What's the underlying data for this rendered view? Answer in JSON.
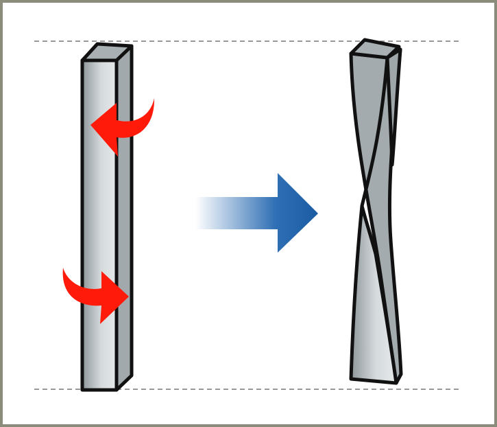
{
  "diagram": {
    "description_labels": [],
    "colors": {
      "bar_fill": "#a4abae",
      "bar_highlight": "#d8dde0",
      "outline": "#111111",
      "torque_arrow": "#ff1a0a",
      "transition_arrow": "#1d5fa6",
      "guide_line": "#777777",
      "border": "#8c8c7c"
    },
    "elements": {
      "left_bar": "untwisted-bar",
      "torque_arrows": [
        "counter-clockwise-top",
        "clockwise-bottom"
      ],
      "transition_arrow": "right-arrow",
      "right_bar": "twisted-bar"
    }
  }
}
